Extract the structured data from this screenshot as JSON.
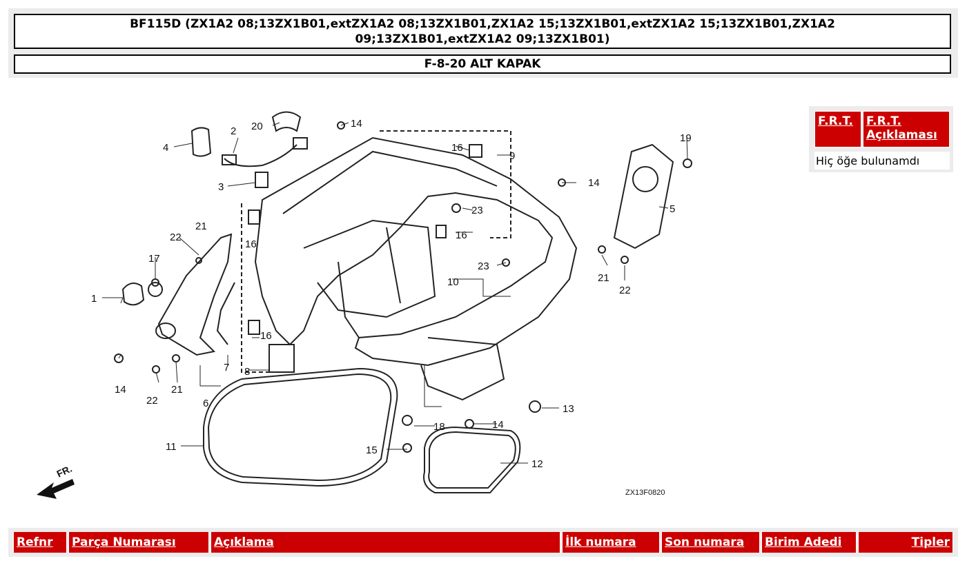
{
  "header": {
    "model_title": "BF115D (ZX1A2 08;13ZX1B01,extZX1A2 08;13ZX1B01,ZX1A2 15;13ZX1B01,extZX1A2 15;13ZX1B01,ZX1A2 09;13ZX1B01,extZX1A2 09;13ZX1B01)",
    "section_title": "F-8-20 ALT KAPAK"
  },
  "diagram": {
    "drawing_code": "ZX13F0820",
    "direction_label": "FR.",
    "callouts": [
      "1",
      "2",
      "3",
      "4",
      "5",
      "6",
      "7",
      "8",
      "9",
      "10",
      "11",
      "12",
      "13",
      "14",
      "15",
      "16",
      "17",
      "18",
      "19",
      "20",
      "21",
      "22",
      "23"
    ]
  },
  "frt_panel": {
    "col1": "F.R.T.",
    "col2": "F.R.T. Açıklaması",
    "empty_text": "Hiç öğe bulunamdı"
  },
  "parts_table": {
    "columns": [
      "Refnr",
      "Parça Numarası",
      "Açıklama",
      "İlk numara",
      "Son numara",
      "Birim Adedi",
      "Tipler"
    ]
  },
  "colors": {
    "header_red": "#cc0000",
    "panel_grey": "#ececec"
  }
}
